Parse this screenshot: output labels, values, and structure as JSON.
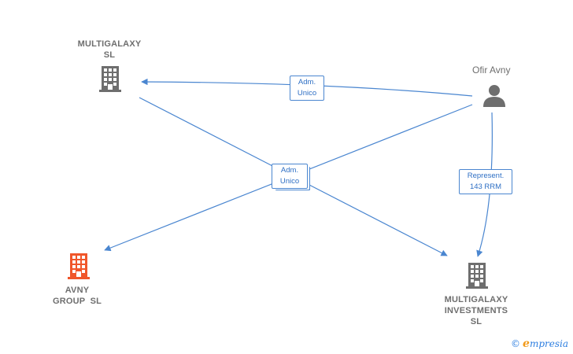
{
  "nodes": {
    "multigalaxy_sl": {
      "line1": "MULTIGALAXY",
      "line2": "SL"
    },
    "ofir_avny": {
      "label": "Ofir Avny"
    },
    "avny_group": {
      "line1": "AVNY",
      "line2": "GROUP  SL"
    },
    "multigalaxy_investments": {
      "line1": "MULTIGALAXY",
      "line2": "INVESTMENTS",
      "line3": "SL"
    }
  },
  "edges": {
    "adm_unico_top": {
      "line1": "Adm.",
      "line2": "Unico"
    },
    "adm_unico_center": {
      "line1": "Adm.",
      "line2": "Unico"
    },
    "represent": {
      "line1": "Represent.",
      "line2": "143 RRM"
    }
  },
  "colors": {
    "edge": "#4a86d0",
    "company": "#6e6e6e",
    "company_highlight": "#f0562a",
    "person": "#6e6e6e"
  },
  "icons": {
    "company": "building-icon",
    "person": "person-icon"
  },
  "footer": {
    "copyright": "©",
    "brand_initial": "e",
    "brand_rest": "mpresia"
  }
}
